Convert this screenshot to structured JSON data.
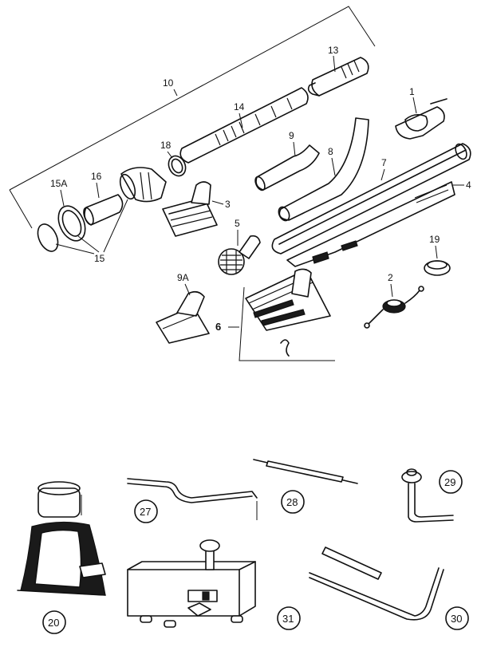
{
  "callouts": {
    "p1": "1",
    "p2": "2",
    "p3": "3",
    "p4": "4",
    "p5": "5",
    "p6": "6",
    "p7": "7",
    "p8": "8",
    "p9": "9",
    "p9a": "9A",
    "p10": "10",
    "p13": "13",
    "p14": "14",
    "p15": "15",
    "p15a": "15A",
    "p16": "16",
    "p18": "18",
    "p19": "19",
    "p20": "20",
    "p27": "27",
    "p28": "28",
    "p29": "29",
    "p30": "30",
    "p31": "31"
  }
}
